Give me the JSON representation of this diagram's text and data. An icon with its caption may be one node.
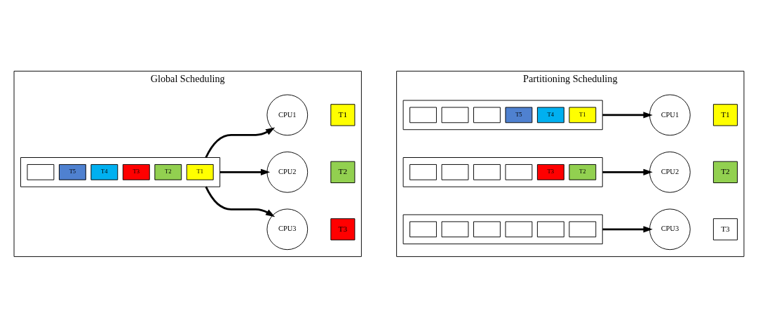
{
  "diagram": {
    "nodes": [
      {
        "text": [
          "Global Scheduling"
        ]
      },
      {
        "text": [],
        "shape": "box",
        "in": 0
      },
      {
        "text": [],
        "shape": "box",
        "in": 1
      },
      {
        "text": [
          "T5"
        ],
        "in": 1
      },
      {
        "text": [
          "T4"
        ],
        "in": 1
      },
      {
        "text": [
          "T3"
        ],
        "in": 1
      },
      {
        "text": [
          "T2"
        ],
        "in": 1
      },
      {
        "text": [
          "T1"
        ],
        "in": 1
      },
      {
        "text": [
          "CPU1"
        ],
        "in": 0
      },
      {
        "text": [
          "T1"
        ],
        "in": 0
      },
      {
        "text": [
          "CPU2"
        ],
        "in": 0
      },
      {
        "text": [
          "T2"
        ],
        "in": 0
      },
      {
        "text": [
          "CPU3"
        ],
        "in": 0
      },
      {
        "text": [
          "T3"
        ],
        "in": 0
      },
      {
        "text": [
          "Partitioning Scheduling"
        ]
      },
      {
        "text": [],
        "shape": "box",
        "in": 14
      },
      {
        "text": [],
        "shape": "box",
        "in": 15
      },
      {
        "text": [],
        "shape": "box",
        "in": 15
      },
      {
        "text": [],
        "shape": "box",
        "in": 15
      },
      {
        "text": [
          "T5"
        ],
        "in": 15
      },
      {
        "text": [
          "T4"
        ],
        "in": 15
      },
      {
        "text": [
          "T1"
        ],
        "in": 15
      },
      {
        "text": [
          "CPU1"
        ],
        "in": 14
      },
      {
        "text": [
          "T1"
        ],
        "in": 14
      },
      {
        "text": [],
        "shape": "box",
        "in": 14
      },
      {
        "text": [],
        "shape": "box",
        "in": 24
      },
      {
        "text": [],
        "shape": "box",
        "in": 24
      },
      {
        "text": [],
        "shape": "box",
        "in": 24
      },
      {
        "text": [],
        "shape": "box",
        "in": 24
      },
      {
        "text": [
          "T3"
        ],
        "in": 24
      },
      {
        "text": [
          "T2"
        ],
        "in": 24
      },
      {
        "text": [
          "CPU2"
        ],
        "in": 14
      },
      {
        "text": [
          "T2"
        ],
        "in": 14
      },
      {
        "text": [],
        "shape": "box",
        "in": 14
      },
      {
        "text": [],
        "shape": "box",
        "in": 33
      },
      {
        "text": [],
        "shape": "box",
        "in": 33
      },
      {
        "text": [],
        "shape": "box",
        "in": 33
      },
      {
        "text": [],
        "shape": "box",
        "in": 33
      },
      {
        "text": [],
        "shape": "box",
        "in": 33
      },
      {
        "text": [],
        "shape": "box",
        "in": 33
      },
      {
        "text": [
          "CPU3"
        ],
        "in": 14
      },
      {
        "text": [
          "T3"
        ],
        "in": 14
      }
    ],
    "edges": [
      {
        "from": 1,
        "to": 8,
        "arrow": "to"
      },
      {
        "from": 1,
        "to": 10,
        "arrow": "to"
      },
      {
        "from": 1,
        "to": 12,
        "arrow": "to"
      },
      {
        "from": 15,
        "to": 22,
        "arrow": "to"
      },
      {
        "from": 24,
        "to": 31,
        "arrow": "to"
      },
      {
        "from": 33,
        "to": 40,
        "arrow": "to"
      }
    ]
  }
}
